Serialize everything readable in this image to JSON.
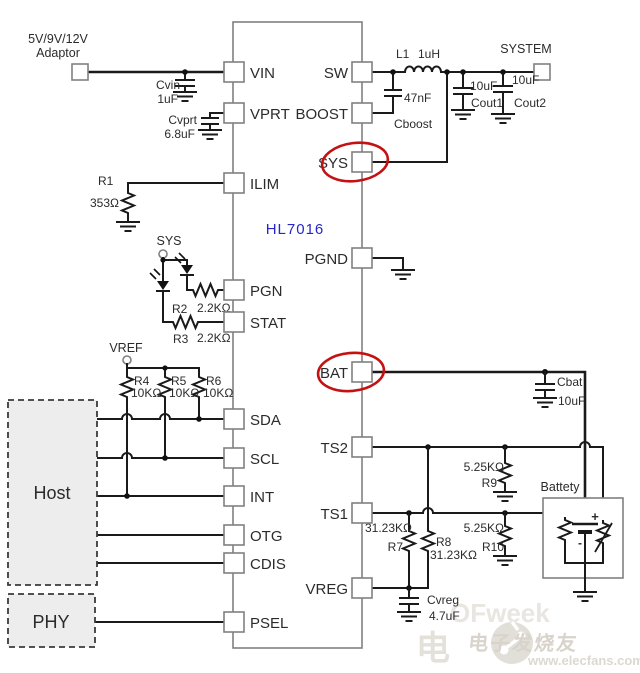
{
  "chip": {
    "name": "HL7016",
    "pins_left": [
      "VIN",
      "VPRT",
      "ILIM",
      "PGN",
      "STAT",
      "SDA",
      "SCL",
      "INT",
      "OTG",
      "CDIS",
      "PSEL"
    ],
    "pins_right": [
      "SW",
      "BOOST",
      "SYS",
      "PGND",
      "BAT",
      "TS2",
      "TS1",
      "VREG"
    ]
  },
  "terminals": {
    "adaptor_line1": "5V/9V/12V",
    "adaptor_line2": "Adaptor",
    "system": "SYSTEM",
    "sys_led": "SYS",
    "vref": "VREF"
  },
  "blocks": {
    "host": "Host",
    "phy": "PHY",
    "battery": "Battety"
  },
  "battery_marks": {
    "plus": "+",
    "minus": "-"
  },
  "components": {
    "cvin": {
      "name": "Cvin",
      "value": "1uF"
    },
    "cvprt": {
      "name": "Cvprt",
      "value": "6.8uF"
    },
    "r1": {
      "name": "R1",
      "value": "353Ω"
    },
    "r2": {
      "name": "R2",
      "value": "2.2KΩ"
    },
    "r3": {
      "name": "R3",
      "value": "2.2KΩ"
    },
    "r4": {
      "name": "R4",
      "value": "10KΩ"
    },
    "r5": {
      "name": "R5",
      "value": "10KΩ"
    },
    "r6": {
      "name": "R6",
      "value": "10KΩ"
    },
    "l1": {
      "name": "L1",
      "value": "1uH"
    },
    "cboost": {
      "name": "Cboost",
      "value": "47nF"
    },
    "cout1": {
      "name": "Cout1",
      "value": "10uF"
    },
    "cout2": {
      "name": "Cout2",
      "value": "10uF"
    },
    "cbat": {
      "name": "Cbat",
      "value": "10uF"
    },
    "r9": {
      "name": "R9",
      "value": "5.25KΩ"
    },
    "r10": {
      "name": "R10",
      "value": "5.25KΩ"
    },
    "r7": {
      "name": "R7",
      "value": "31.23KΩ"
    },
    "r8": {
      "name": "R8",
      "value": "31.23KΩ"
    },
    "cvreg": {
      "name": "Cvreg",
      "value": "4.7uF"
    }
  },
  "watermark": {
    "brand_ghost": "OFweek",
    "cn_ghost": "电",
    "site_cn": "电子发烧友",
    "site_url": "www.elecfans.com"
  },
  "colors": {
    "highlight_red": "#c41212",
    "chip_label_blue": "#2626c9",
    "wire_black": "#1a1a1a",
    "outline_gray": "#808080"
  }
}
